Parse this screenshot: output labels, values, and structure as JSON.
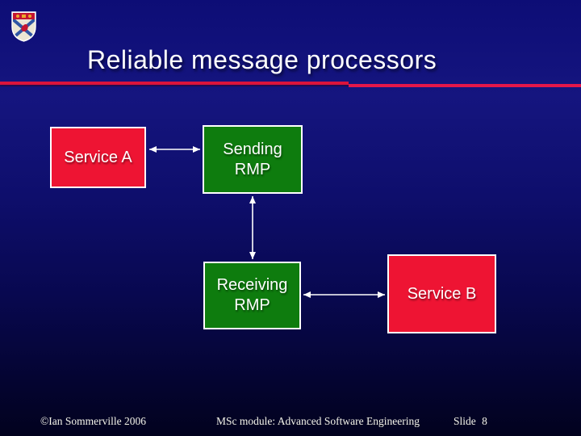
{
  "slide": {
    "title": "Reliable message processors"
  },
  "footer": {
    "copyright": "©Ian Sommerville 2006",
    "module": "MSc module: Advanced Software Engineering",
    "slide_label": "Slide 8"
  },
  "diagram": {
    "nodes": {
      "service_a": {
        "label": "Service A",
        "type": "service"
      },
      "sending_rmp": {
        "line1": "Sending",
        "line2": "RMP",
        "type": "rmp"
      },
      "receiving_rmp": {
        "line1": "Receiving",
        "line2": "RMP",
        "type": "rmp"
      },
      "service_b": {
        "label": "Service B",
        "type": "service"
      }
    },
    "edges": [
      {
        "from": "Service A",
        "to": "Sending RMP",
        "style": "bidirectional-arrow"
      },
      {
        "from": "Sending RMP",
        "to": "Receiving RMP",
        "style": "bidirectional-arrow"
      },
      {
        "from": "Receiving RMP",
        "to": "Service B",
        "style": "bidirectional-arrow"
      }
    ]
  },
  "logo": {
    "icon": "university-crest"
  },
  "colors": {
    "background_top": "#15157f",
    "background_bottom": "#02021e",
    "title_text": "#ffffff",
    "accent_line": "#dc143c",
    "service_box_fill": "#ee1433",
    "rmp_box_fill": "#0e7c0e",
    "box_border": "#ffffff",
    "arrow": "#ffffff",
    "footer_text": "#f5f5ea"
  }
}
